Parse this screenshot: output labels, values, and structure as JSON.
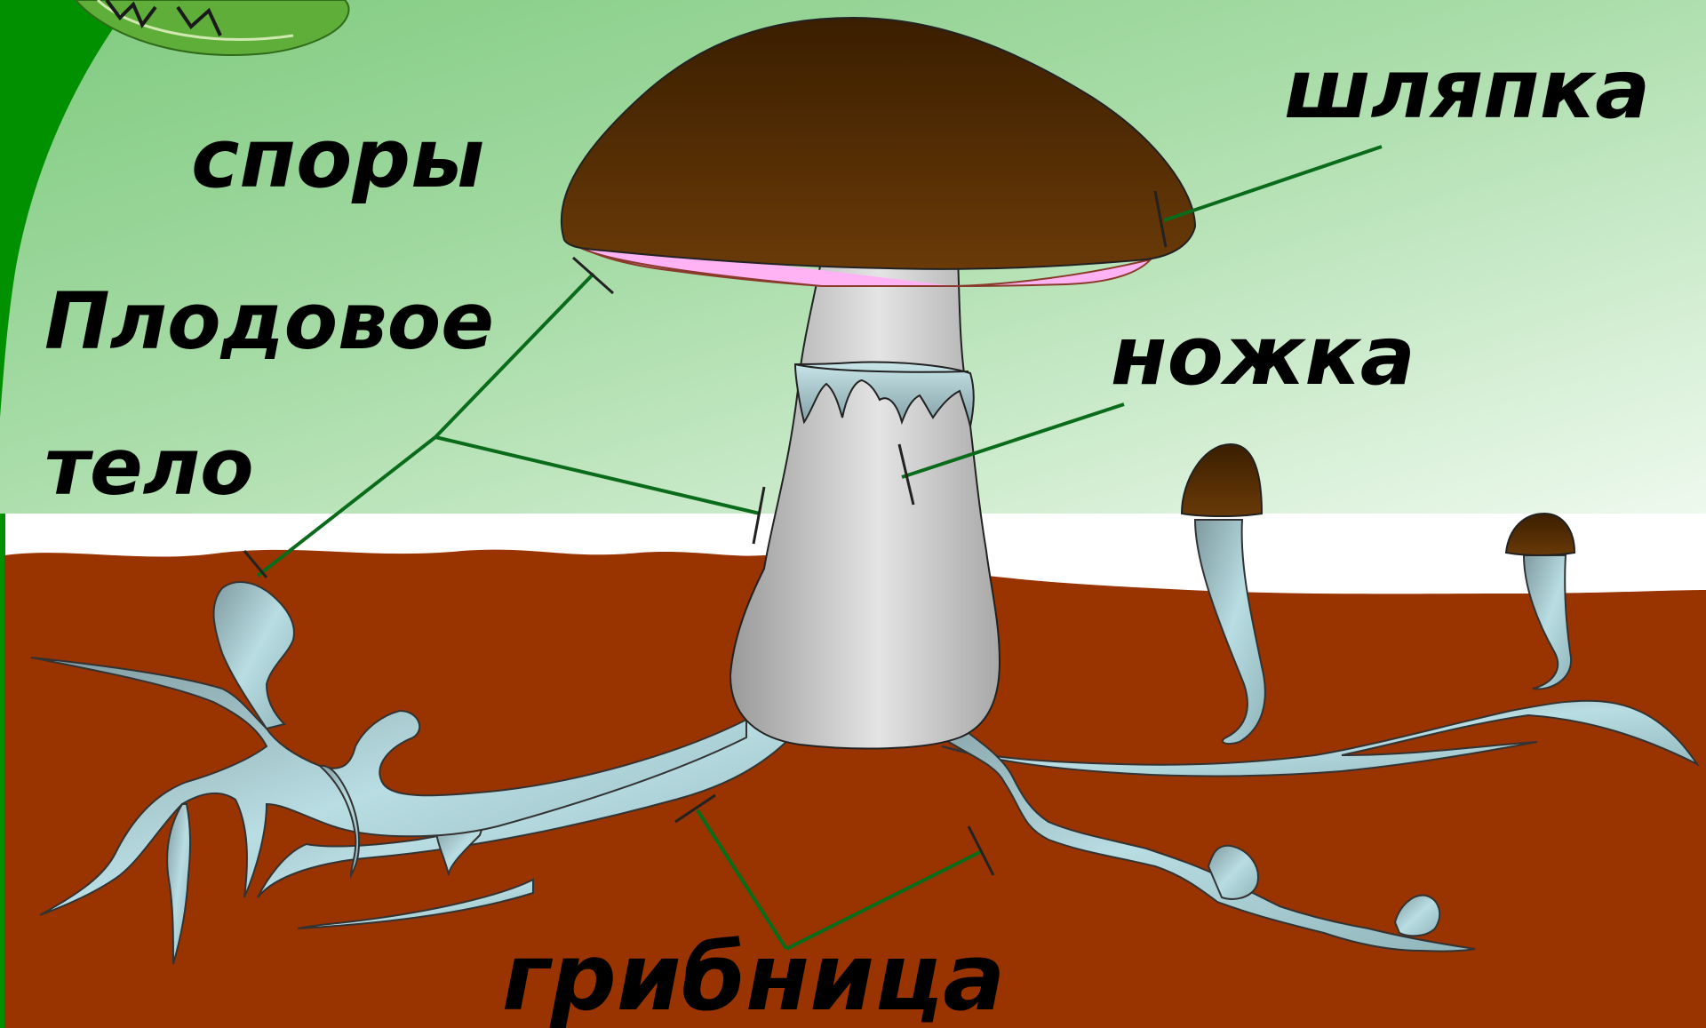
{
  "diagram": {
    "labels": {
      "spores": "споры",
      "fruiting_body_line1": "Плодовое",
      "fruiting_body_line2": "тело",
      "cap": "шляпка",
      "stem": "ножка",
      "mycelium": "грибница"
    },
    "colors": {
      "sky_green": "#8fd08f",
      "dark_green_band": "#009000",
      "soil": "#993300",
      "cap_brown": "#4a2800",
      "hymenium_pink": "#ffb3f5",
      "stem_grey": "#d0d0d0",
      "mycelium_blue": "#a9d3d9",
      "pointer_line": "#0a6b1a"
    }
  }
}
